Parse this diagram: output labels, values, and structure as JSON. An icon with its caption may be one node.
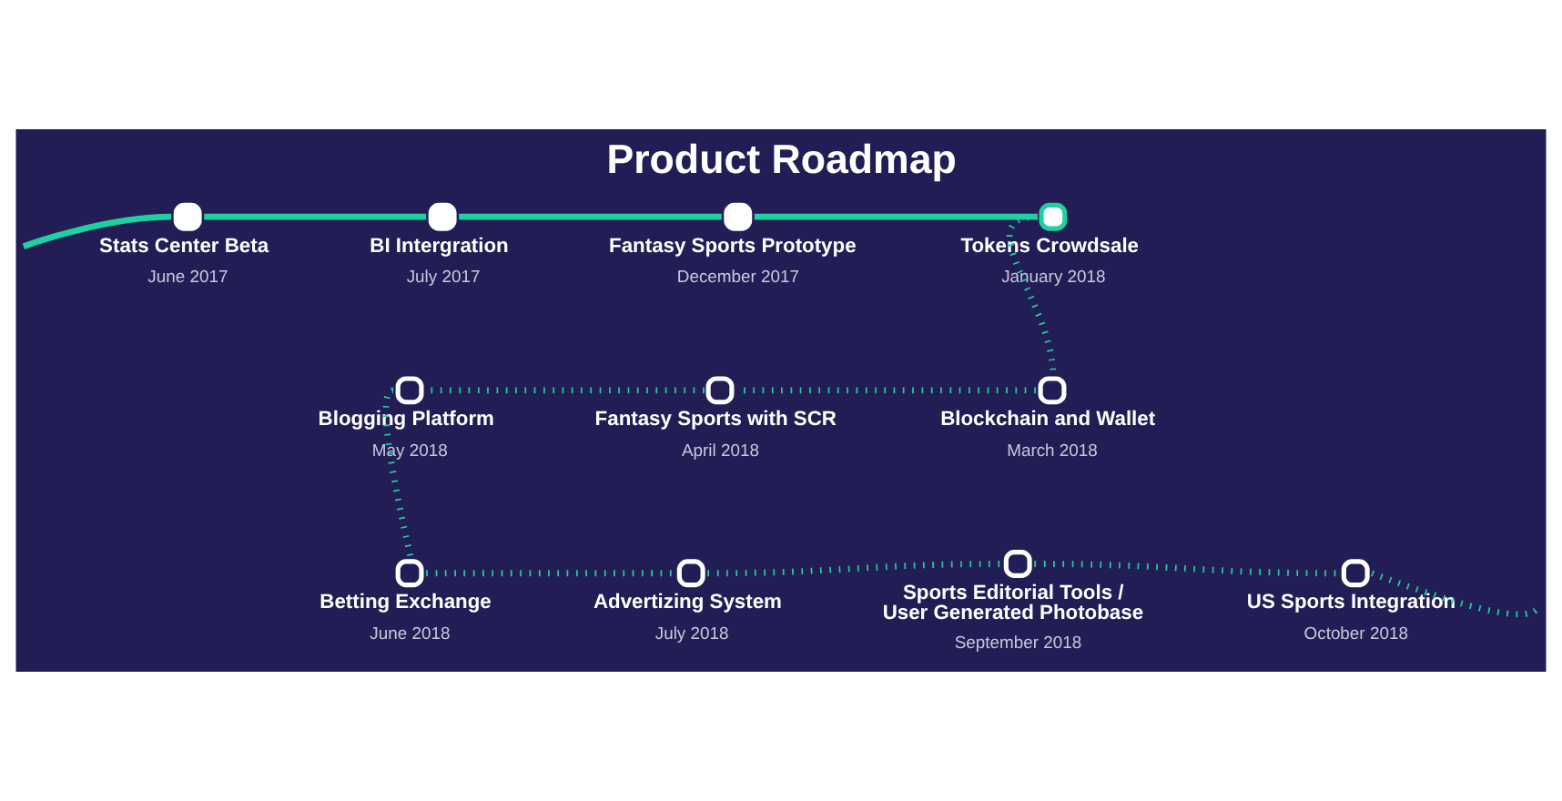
{
  "diagram": {
    "title": "Product Roadmap",
    "nodes": [
      {
        "text": [
          "Stats Center Beta",
          "June 2017"
        ]
      },
      {
        "text": [
          "BI Intergration",
          "July 2017"
        ]
      },
      {
        "text": [
          "Fantasy Sports Prototype",
          "December 2017"
        ]
      },
      {
        "text": [
          "Tokens Crowdsale",
          "January 2018"
        ]
      },
      {
        "text": [
          "Blockchain and Wallet",
          "March 2018"
        ]
      },
      {
        "text": [
          "Fantasy Sports with SCR",
          "April 2018"
        ]
      },
      {
        "text": [
          "Blogging Platform",
          "May 2018"
        ]
      },
      {
        "text": [
          "Betting Exchange",
          "June 2018"
        ]
      },
      {
        "text": [
          "Advertizing System",
          "July 2018"
        ]
      },
      {
        "text": [
          "Sports Editorial Tools / User Generated Photobase",
          "September 2018"
        ]
      },
      {
        "text": [
          "US Sports Integration",
          "October 2018"
        ]
      }
    ],
    "edges": [
      {
        "from": null,
        "to": 0,
        "arrow": "none"
      },
      {
        "from": 0,
        "to": 1,
        "arrow": "none"
      },
      {
        "from": 1,
        "to": 2,
        "arrow": "none"
      },
      {
        "from": 2,
        "to": 3,
        "arrow": "none"
      },
      {
        "from": 3,
        "to": 4,
        "arrow": "none",
        "style": "dashed"
      },
      {
        "from": 4,
        "to": 5,
        "arrow": "none",
        "style": "dashed"
      },
      {
        "from": 5,
        "to": 6,
        "arrow": "none",
        "style": "dashed"
      },
      {
        "from": 6,
        "to": 7,
        "arrow": "none",
        "style": "dashed"
      },
      {
        "from": 7,
        "to": 8,
        "arrow": "none",
        "style": "dashed"
      },
      {
        "from": 8,
        "to": 9,
        "arrow": "none",
        "style": "dashed"
      },
      {
        "from": 9,
        "to": 10,
        "arrow": "none",
        "style": "dashed"
      },
      {
        "from": 10,
        "to": null,
        "arrow": "none",
        "style": "dashed"
      }
    ]
  }
}
